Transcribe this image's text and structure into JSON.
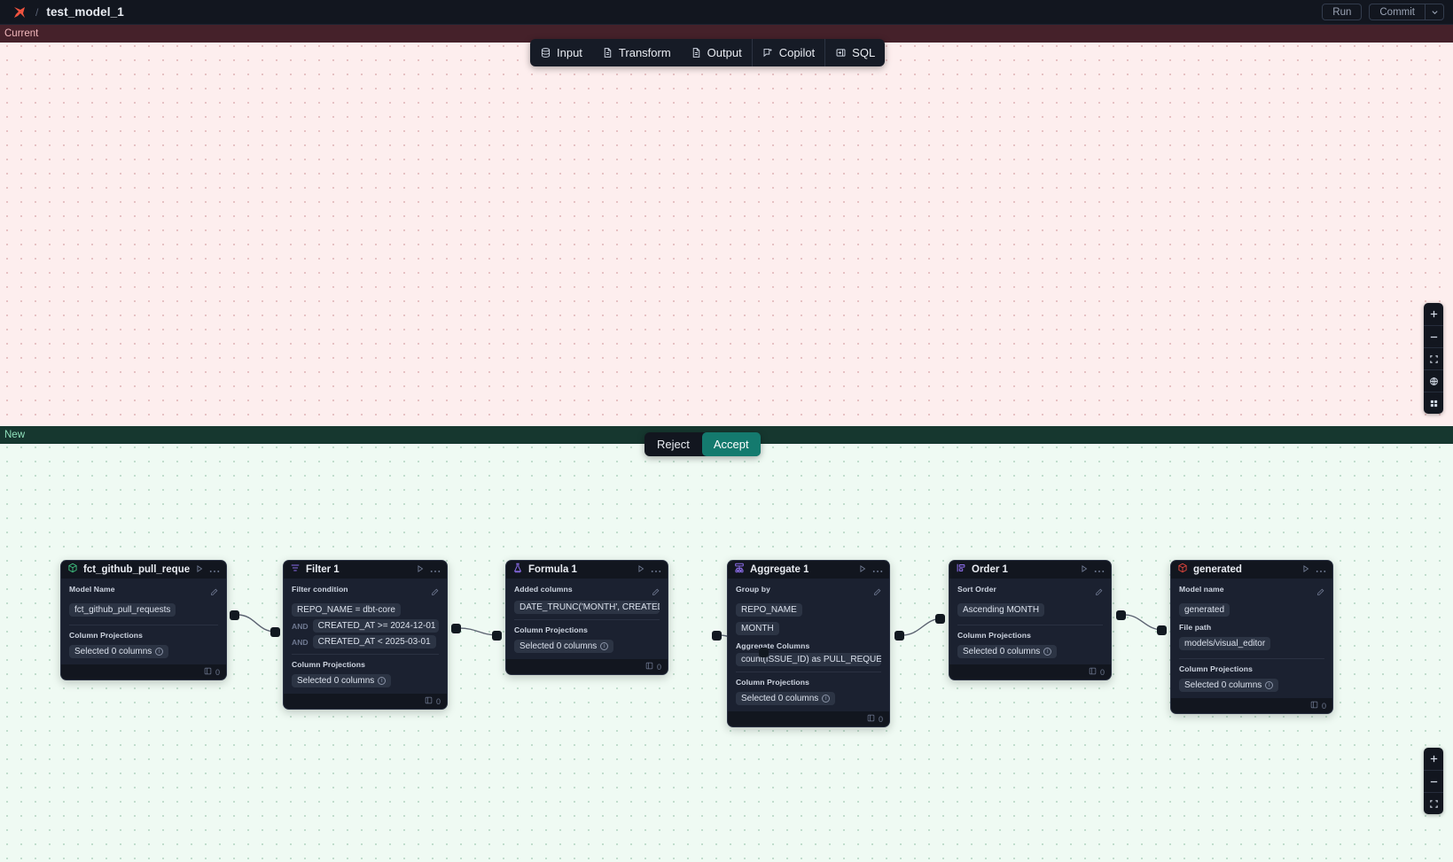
{
  "topbar": {
    "logo_icon": "x-logo-icon",
    "separator": "/",
    "title": "test_model_1",
    "run_label": "Run",
    "commit_label": "Commit",
    "caret_icon": "chevron-down-icon"
  },
  "mode_tabs": [
    {
      "label": "Input",
      "icon": "database-icon"
    },
    {
      "label": "Transform",
      "icon": "document-icon"
    },
    {
      "label": "Output",
      "icon": "document-icon"
    },
    {
      "label": "Copilot",
      "icon": "copilot-sparkle-icon"
    },
    {
      "label": "SQL",
      "icon": "sql-panel-icon"
    }
  ],
  "panes": {
    "current_label": "Current",
    "new_label": "New"
  },
  "decision": {
    "reject_label": "Reject",
    "accept_label": "Accept"
  },
  "zoom_controls_top": [
    {
      "icon": "zoom-in-icon",
      "glyph": "+"
    },
    {
      "icon": "zoom-out-icon",
      "glyph": "−"
    },
    {
      "icon": "fit-view-icon",
      "glyph": ""
    },
    {
      "icon": "center-icon",
      "glyph": ""
    },
    {
      "icon": "grid-icon",
      "glyph": ""
    }
  ],
  "zoom_controls_bottom": [
    {
      "icon": "zoom-in-icon",
      "glyph": "+"
    },
    {
      "icon": "zoom-out-icon",
      "glyph": "−"
    },
    {
      "icon": "fit-view-icon",
      "glyph": ""
    }
  ],
  "labels": {
    "model_name": "Model Name",
    "model_name_lower": "Model name",
    "column_projections": "Column Projections",
    "selected_columns": "Selected 0 columns",
    "filter_condition": "Filter condition",
    "and": "AND",
    "added_columns": "Added columns",
    "group_by": "Group by",
    "aggregate_columns": "Aggregate Columns",
    "sort_order": "Sort Order",
    "file_path": "File path",
    "row_count": "0",
    "play_icon": "run-node-icon",
    "more_icon": "more-options-icon",
    "edit_icon": "pencil-edit-icon",
    "rows_icon": "rows-count-icon",
    "info_icon": "info-icon"
  },
  "nodes": [
    {
      "id": "source",
      "icon": "cube-green-icon",
      "title": "fct_github_pull_requests",
      "model_name_value": "fct_github_pull_requests",
      "projections_value": "Selected 0 columns",
      "rows": "0"
    },
    {
      "id": "filter",
      "icon": "filter-purple-icon",
      "title": "Filter 1",
      "conditions": [
        {
          "prefix": "",
          "text": "REPO_NAME = dbt-core"
        },
        {
          "prefix": "AND",
          "text": "CREATED_AT >= 2024-12-01"
        },
        {
          "prefix": "AND",
          "text": "CREATED_AT < 2025-03-01"
        }
      ],
      "projections_value": "Selected 0 columns",
      "rows": "0"
    },
    {
      "id": "formula",
      "icon": "formula-purple-icon",
      "title": "Formula 1",
      "added_columns_value": "DATE_TRUNC('MONTH', CREATED_AT...",
      "projections_value": "Selected 0 columns",
      "rows": "0"
    },
    {
      "id": "aggregate",
      "icon": "aggregate-purple-icon",
      "title": "Aggregate 1",
      "group_by_values": [
        "REPO_NAME",
        "MONTH"
      ],
      "aggregate_value": "count(ISSUE_ID) as PULL_REQUEST_...",
      "projections_value": "Selected 0 columns",
      "rows": "0"
    },
    {
      "id": "order",
      "icon": "order-purple-icon",
      "title": "Order 1",
      "sort_order_value": "Ascending MONTH",
      "projections_value": "Selected 0 columns",
      "rows": "0"
    },
    {
      "id": "generated",
      "icon": "cube-red-icon",
      "title": "generated",
      "model_name_value": "generated",
      "file_path_value": "models/visual_editor",
      "projections_value": "Selected 0 columns",
      "rows": "0"
    }
  ],
  "colors": {
    "accent_accept": "#147a6e",
    "current_pane": "#fdeeee",
    "new_pane": "#effaf3",
    "brand": "#f0533f"
  }
}
